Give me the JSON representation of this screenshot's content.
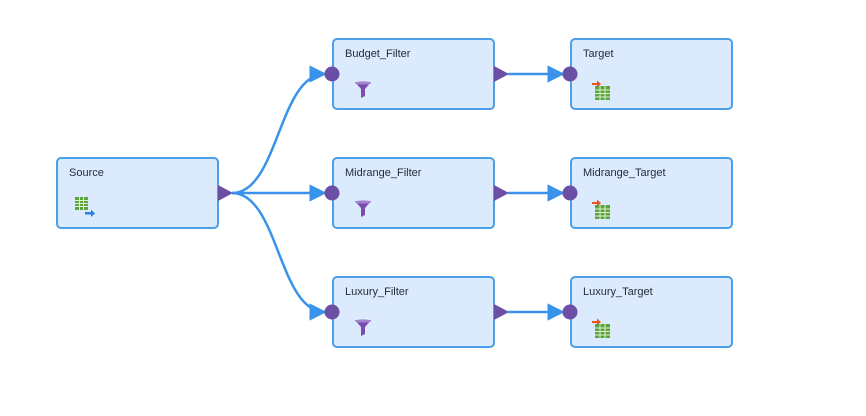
{
  "nodes": {
    "source": {
      "label": "Source",
      "icon": "source-table-icon"
    },
    "budget_filter": {
      "label": "Budget_Filter",
      "icon": "funnel-icon"
    },
    "midrange_filter": {
      "label": "Midrange_Filter",
      "icon": "funnel-icon"
    },
    "luxury_filter": {
      "label": "Luxury_Filter",
      "icon": "funnel-icon"
    },
    "target": {
      "label": "Target",
      "icon": "target-table-icon"
    },
    "midrange_target": {
      "label": "Midrange_Target",
      "icon": "target-table-icon"
    },
    "luxury_target": {
      "label": "Luxury_Target",
      "icon": "target-table-icon"
    }
  },
  "edges": [
    [
      "source",
      "budget_filter"
    ],
    [
      "source",
      "midrange_filter"
    ],
    [
      "source",
      "luxury_filter"
    ],
    [
      "budget_filter",
      "target"
    ],
    [
      "midrange_filter",
      "midrange_target"
    ],
    [
      "luxury_filter",
      "luxury_target"
    ]
  ],
  "colors": {
    "node_fill": "#dbeafc",
    "node_border": "#4a9fe8",
    "link": "#3a93ea",
    "port": "#6a4fa4"
  }
}
